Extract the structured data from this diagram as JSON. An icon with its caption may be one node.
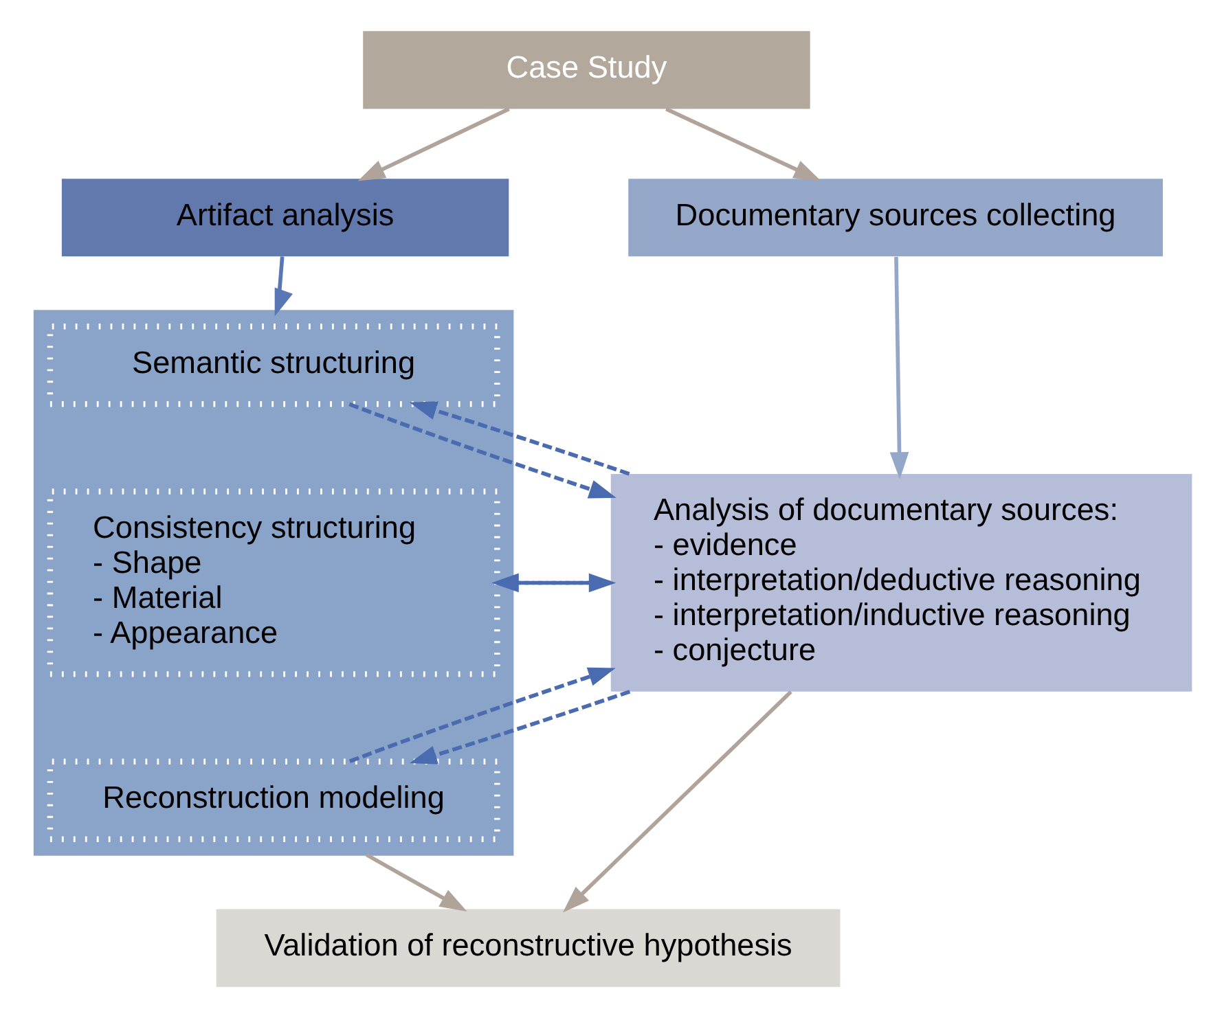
{
  "diagram": {
    "nodes": [
      {
        "text": [
          "Case Study"
        ]
      },
      {
        "text": [
          "Artifact analysis"
        ]
      },
      {
        "text": [
          "Documentary sources collecting"
        ]
      },
      {
        "text": [],
        "shape": "box"
      },
      {
        "text": [
          "Semantic structuring"
        ],
        "in": 3
      },
      {
        "text": [
          "Consistency structuring",
          "- Shape",
          "- Material",
          "- Appearance"
        ],
        "in": 3
      },
      {
        "text": [
          "Reconstruction modeling"
        ],
        "in": 3
      },
      {
        "text": [
          "Analysis of documentary sources:",
          "- evidence",
          "- interpretation/deductive reasoning",
          "- interpretation/inductive reasoning",
          "- conjecture"
        ]
      },
      {
        "text": [
          "Validation of reconstructive hypothesis"
        ]
      }
    ],
    "edges": [
      {
        "from": 0,
        "to": 1,
        "arrow": "to",
        "color": "#b0a49a"
      },
      {
        "from": 0,
        "to": 2,
        "arrow": "to",
        "color": "#b0a49a"
      },
      {
        "from": 1,
        "to": 3,
        "arrow": "to",
        "color": "#5a77b5"
      },
      {
        "from": 2,
        "to": 7,
        "arrow": "to",
        "color": "#94a7c9"
      },
      {
        "from": 7,
        "to": 4,
        "arrow": "to",
        "style": "dashed",
        "color": "#4a6bb0"
      },
      {
        "from": 4,
        "to": 7,
        "arrow": "to",
        "style": "dashed",
        "color": "#4a6bb0"
      },
      {
        "from": 7,
        "to": 5,
        "arrow": "to",
        "style": "dashed",
        "color": "#4a6bb0"
      },
      {
        "from": 5,
        "to": 7,
        "arrow": "to",
        "style": "dashed",
        "color": "#4a6bb0"
      },
      {
        "from": 7,
        "to": 6,
        "arrow": "to",
        "style": "dashed",
        "color": "#4a6bb0"
      },
      {
        "from": 6,
        "to": 7,
        "arrow": "to",
        "style": "dashed",
        "color": "#4a6bb0"
      },
      {
        "from": 3,
        "to": 8,
        "arrow": "to",
        "color": "#b0a49a"
      },
      {
        "from": 7,
        "to": 8,
        "arrow": "to",
        "color": "#b0a49a"
      }
    ]
  }
}
